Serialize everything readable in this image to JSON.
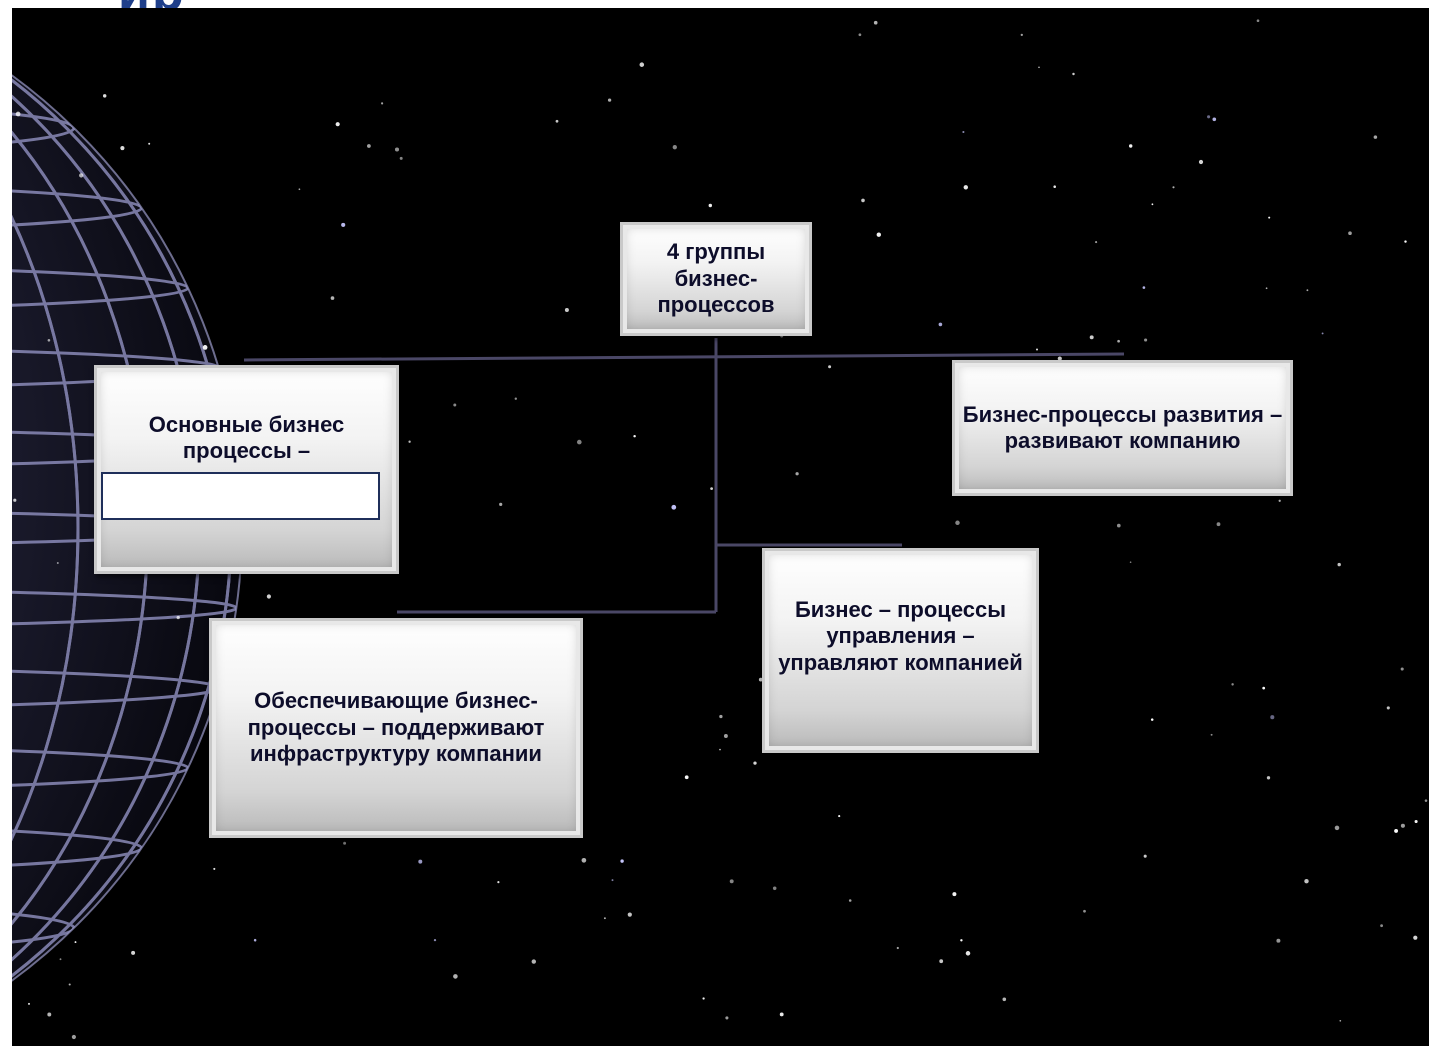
{
  "diagram": {
    "root": "4 группы бизнес-процессов",
    "nodes": {
      "main": "Основные бизнес процессы –",
      "development": "Бизнес-процессы развития – развивают компанию",
      "management": "Бизнес – процессы управления – управляют компанией",
      "support": "Обеспечивающие бизнес-процессы – поддерживают инфраструктуру компании"
    }
  },
  "colors": {
    "background": "#000000",
    "box_text": "#0d0d2a",
    "connector": "#4a4766",
    "title": "#1f3f8a"
  }
}
